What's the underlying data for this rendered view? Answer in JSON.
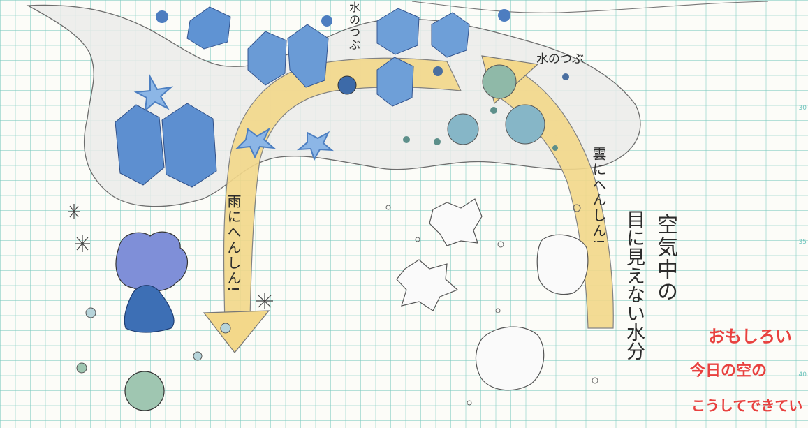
{
  "labels": {
    "water_drops_vertical": "水のつぶ",
    "water_drops_right": "水のつぶ",
    "rain": "雨にへんしん!",
    "cloud": "雲にへんしん!",
    "air_moisture_1": "空気中の",
    "air_moisture_2": "目に見えない水分"
  },
  "teacher_comment": {
    "line1": "おもしろい",
    "line2": "今日の空の",
    "line3": "こうしてできてい"
  },
  "margin_numbers": [
    "30",
    "35",
    "40"
  ],
  "colors": {
    "grid": "#7fc9c1",
    "arrow": "#f2cf7a",
    "ice": "#6f9fd6",
    "teacher_ink": "#e8413f"
  }
}
